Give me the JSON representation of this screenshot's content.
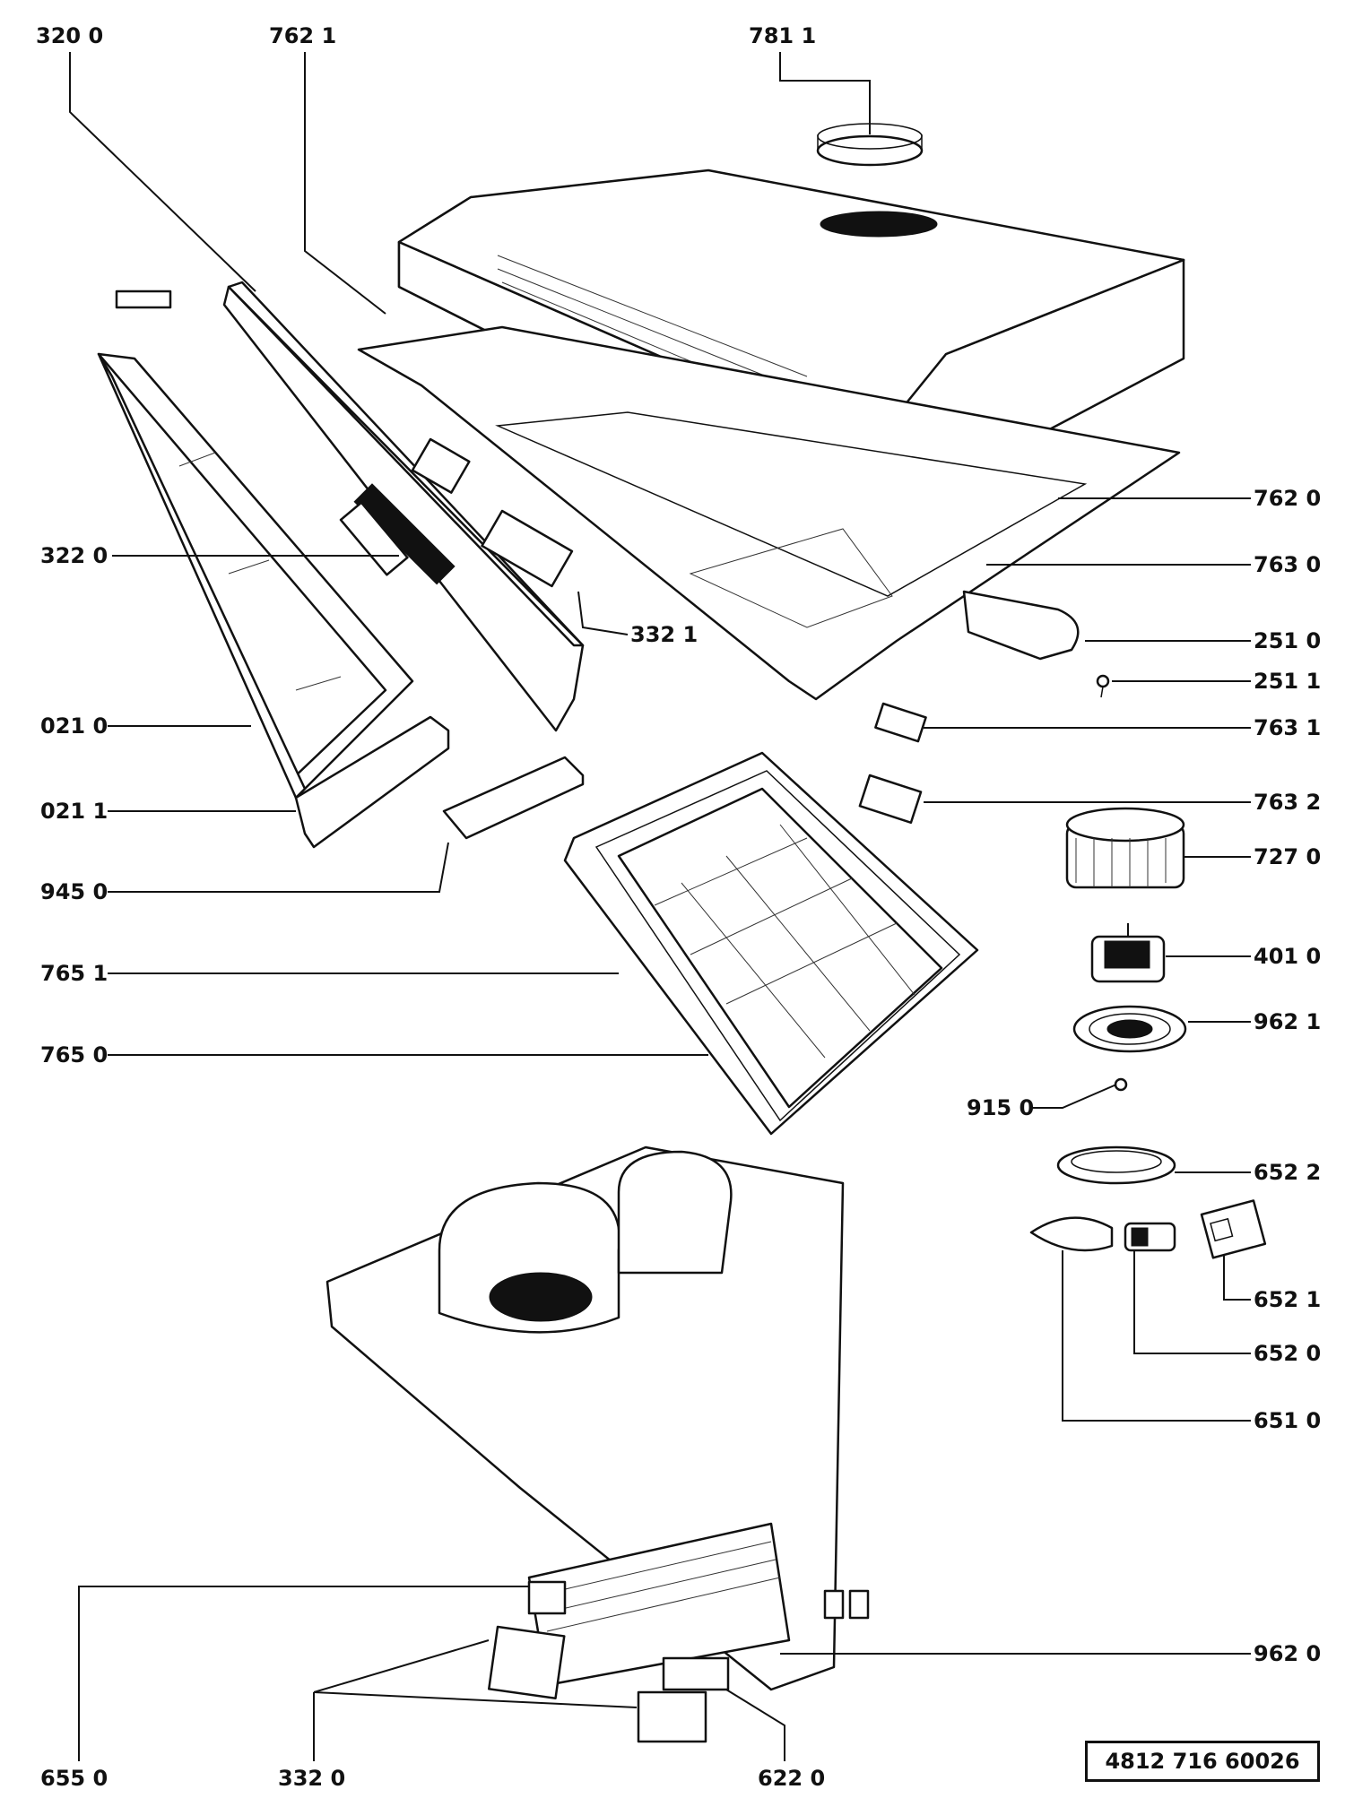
{
  "diagram": {
    "document_number": "4812  716  60026",
    "callouts": [
      {
        "id": "320-0",
        "text": "320 0"
      },
      {
        "id": "762-1",
        "text": "762  1"
      },
      {
        "id": "781-1",
        "text": "781 1"
      },
      {
        "id": "762-0",
        "text": "762 0"
      },
      {
        "id": "763-0",
        "text": "763 0"
      },
      {
        "id": "251-0",
        "text": "251 0"
      },
      {
        "id": "251-1",
        "text": "251 1"
      },
      {
        "id": "763-1",
        "text": "763 1"
      },
      {
        "id": "763-2",
        "text": "763 2"
      },
      {
        "id": "727-0",
        "text": "727 0"
      },
      {
        "id": "401-0",
        "text": "401 0"
      },
      {
        "id": "962-1",
        "text": "962 1"
      },
      {
        "id": "915-0",
        "text": "915 0"
      },
      {
        "id": "652-2",
        "text": "652 2"
      },
      {
        "id": "652-1",
        "text": "652 1"
      },
      {
        "id": "652-0",
        "text": "652 0"
      },
      {
        "id": "651-0",
        "text": "651 0"
      },
      {
        "id": "962-0",
        "text": "962 0"
      },
      {
        "id": "322-0",
        "text": "322  0"
      },
      {
        "id": "332-1",
        "text": "332 1"
      },
      {
        "id": "021-0",
        "text": "021 0"
      },
      {
        "id": "021-1",
        "text": "021 1"
      },
      {
        "id": "945-0",
        "text": "945  0"
      },
      {
        "id": "765-1",
        "text": "765 1"
      },
      {
        "id": "765-0",
        "text": "765 0"
      },
      {
        "id": "655-0",
        "text": "655  0"
      },
      {
        "id": "332-0",
        "text": "332  0"
      },
      {
        "id": "622-0",
        "text": "622 0"
      }
    ]
  }
}
